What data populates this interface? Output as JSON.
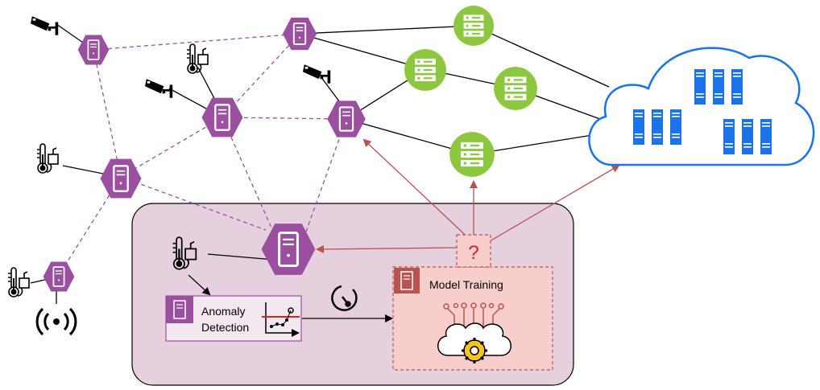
{
  "diagram": {
    "nodes": {
      "anomaly_detection": {
        "label_line1": "Anomaly",
        "label_line2": "Detection"
      },
      "model_training": {
        "label": "Model Training"
      },
      "decision": {
        "label": "?"
      }
    },
    "icons": {
      "edge_node": "server-tower-icon",
      "green_server": "server-rack-icon",
      "cloud": "cloud-icon",
      "camera": "security-camera-icon",
      "thermometer": "thermometer-sensor-icon",
      "wireless": "wireless-signal-icon",
      "timer": "timer-icon",
      "brain": "brain-gear-icon",
      "chart": "anomaly-chart-icon"
    },
    "colors": {
      "edge_node": "#9b4f9f",
      "green_server": "#8dc63f",
      "cloud_server": "#1a73e8",
      "cloud_outline": "#1a73e8",
      "offload_arrow": "#b85450",
      "dashed_link": "#9b4f9f",
      "training_fill": "#f8cecc",
      "edge_zone_fill": "#e6d0de"
    }
  }
}
